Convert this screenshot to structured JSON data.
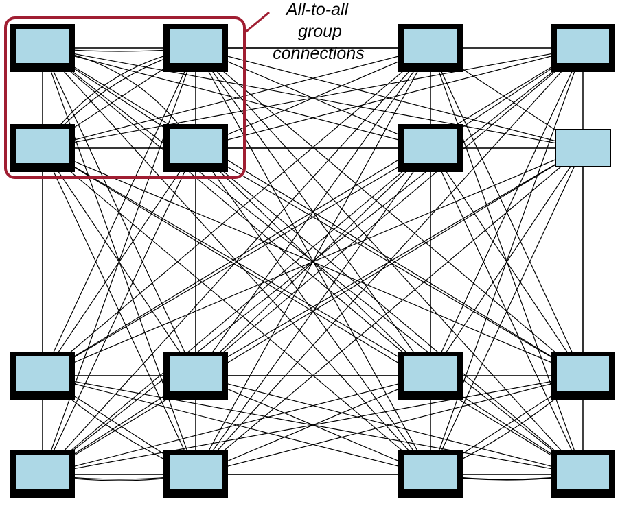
{
  "callout": {
    "lines": [
      "All-to-all",
      "group",
      "connections"
    ],
    "color": "#a01e32"
  },
  "colors": {
    "node_fill": "#add8e6",
    "node_frame": "#000000",
    "edge": "#000000",
    "group_highlight": "#a01e32"
  },
  "network": {
    "rows": 4,
    "cols": 4,
    "highlighted_group": [
      0,
      1,
      4,
      5
    ],
    "plain_nodes": [
      7
    ],
    "topology": "all-to-all"
  }
}
